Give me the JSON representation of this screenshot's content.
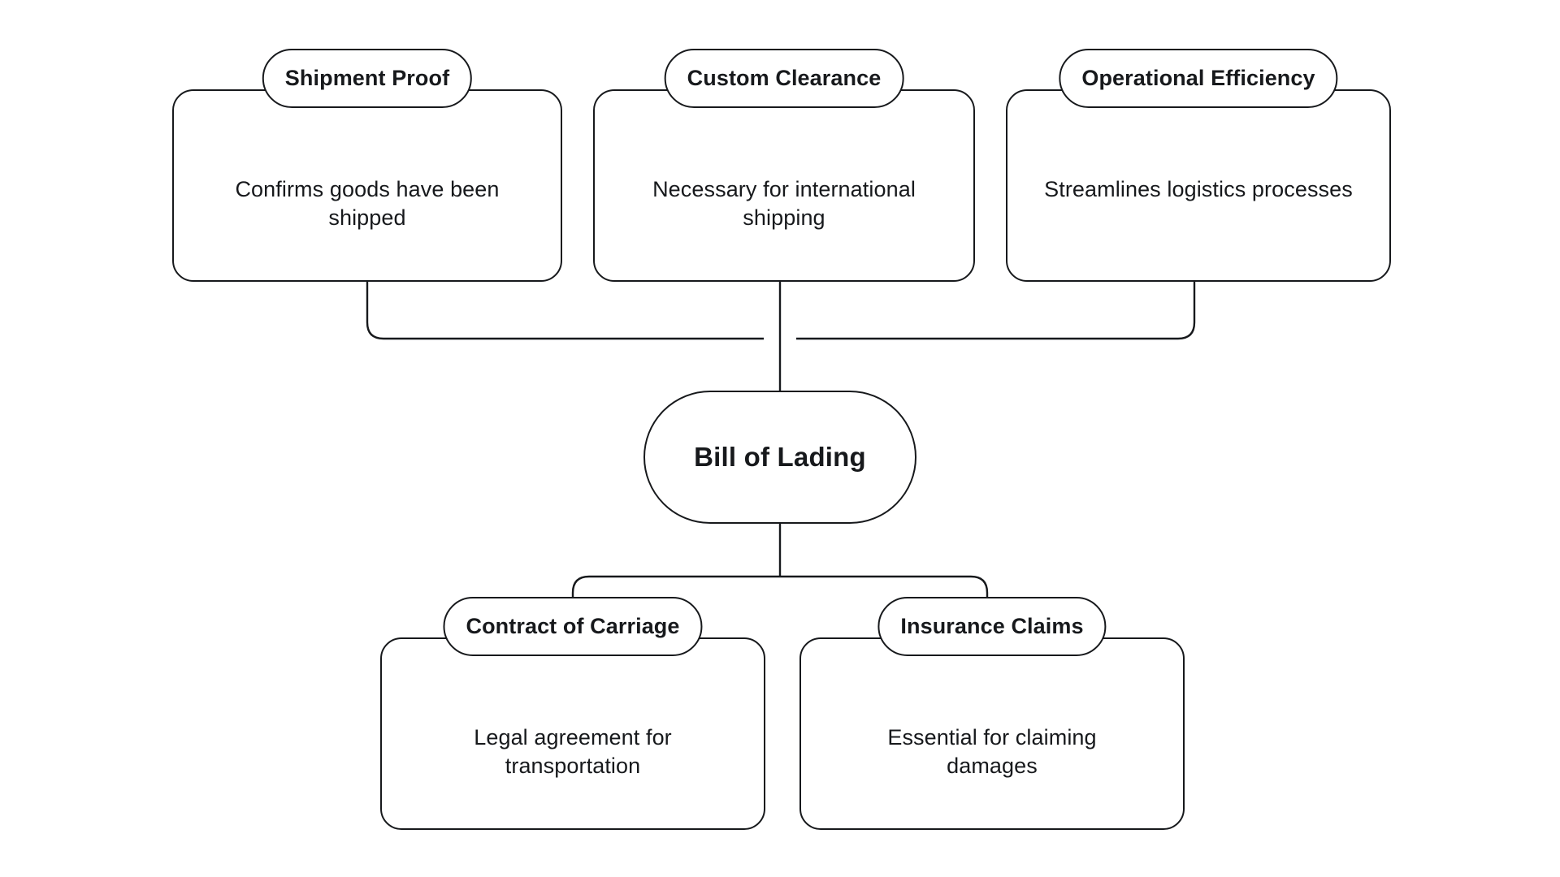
{
  "diagram": {
    "type": "hierarchy-mind-map",
    "title": "Bill of Lading",
    "background_color": "#ffffff",
    "line_color": "#17191c",
    "text_color": "#17191c",
    "center": {
      "label": "Bill of Lading"
    },
    "top_nodes": [
      {
        "title": "Shipment Proof",
        "description": "Confirms goods have been shipped"
      },
      {
        "title": "Custom Clearance",
        "description": "Necessary for international shipping"
      },
      {
        "title": "Operational Efficiency",
        "description": "Streamlines logistics processes"
      }
    ],
    "bottom_nodes": [
      {
        "title": "Contract of Carriage",
        "description": "Legal agreement for transportation"
      },
      {
        "title": "Insurance Claims",
        "description": "Essential for claiming damages"
      }
    ]
  }
}
